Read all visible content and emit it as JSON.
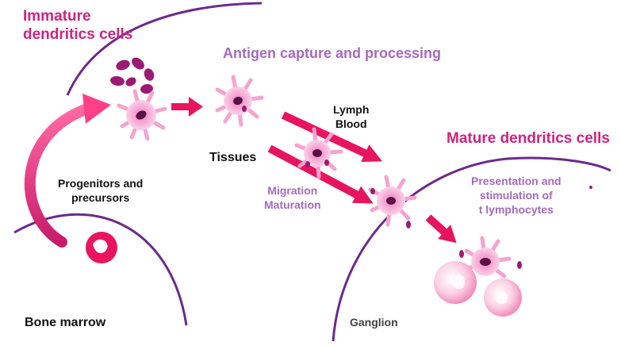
{
  "titles": {
    "immature_line1": "Immature",
    "immature_line2": "dendritics cells",
    "antigen": "Antigen capture and processing",
    "mature": "Mature dendritics cells"
  },
  "labels": {
    "lymph": "Lymph",
    "blood": "Blood",
    "tissues": "Tissues",
    "progenitors_line1": "Progenitors and",
    "progenitors_line2": "precursors",
    "migration": "Migration",
    "maturation": "Maturation",
    "presentation_line1": "Presentation and",
    "presentation_line2": "stimulation of",
    "presentation_line3": "t lymphocytes",
    "bone_marrow": "Bone marrow",
    "ganglion": "Ganglion"
  },
  "colors": {
    "magenta_text": "#d0227e",
    "purple_text": "#a46bbf",
    "membrane": "#6b2a8c",
    "arrow": "#e8155e",
    "cell_body": "#f5a3cf",
    "cell_nucleus": "#5a0f46",
    "antigen": "#9c1a74"
  }
}
